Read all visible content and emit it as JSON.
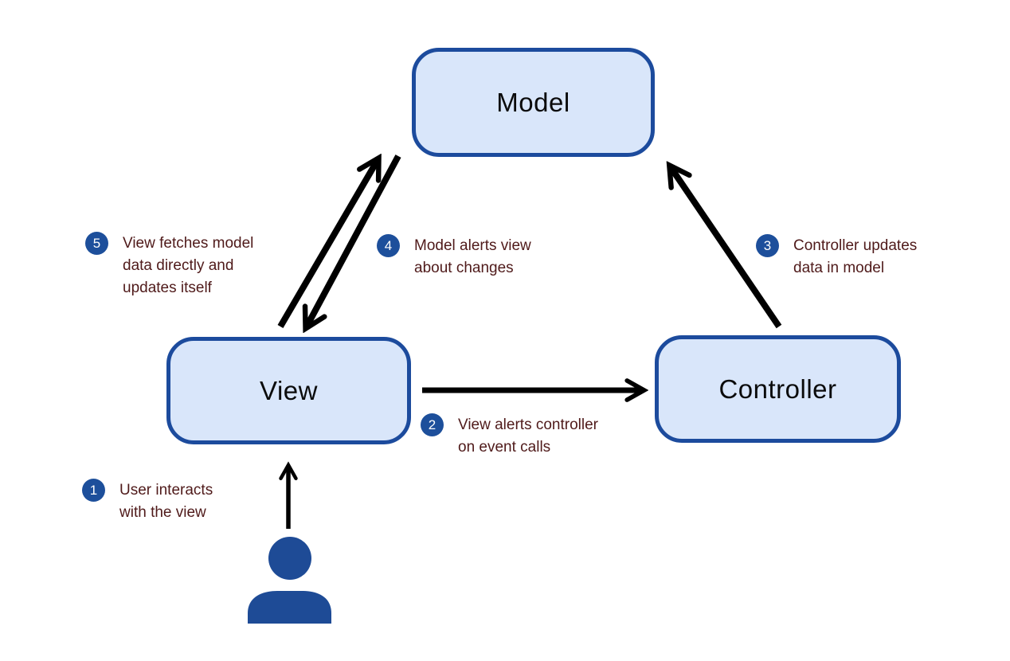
{
  "nodes": [
    {
      "id": "model",
      "label": "Model"
    },
    {
      "id": "view",
      "label": "View"
    },
    {
      "id": "controller",
      "label": "Controller"
    }
  ],
  "annotations": [
    {
      "number": "1",
      "lines": [
        "User interacts",
        "with the view"
      ]
    },
    {
      "number": "2",
      "lines": [
        "View alerts controller",
        "on event calls"
      ]
    },
    {
      "number": "3",
      "lines": [
        "Controller updates",
        "data in model"
      ]
    },
    {
      "number": "4",
      "lines": [
        "Model alerts view",
        "about changes"
      ]
    },
    {
      "number": "5",
      "lines": [
        "View fetches model",
        "data directly and",
        "updates itself"
      ]
    }
  ],
  "arrows": [
    {
      "name": "user-to-view",
      "from": "user",
      "to": "view"
    },
    {
      "name": "view-to-controller",
      "from": "view",
      "to": "controller"
    },
    {
      "name": "controller-to-model",
      "from": "controller",
      "to": "model"
    },
    {
      "name": "view-to-model",
      "from": "view",
      "to": "model"
    },
    {
      "name": "model-to-view",
      "from": "model",
      "to": "view"
    }
  ],
  "icons": {
    "user": "person-icon"
  },
  "colors": {
    "background": "#ffffff",
    "node_fill": "#d9e6fa",
    "node_border": "#1c4b9d",
    "badge": "#1d4f9b",
    "annotation_text": "#4f1a1a",
    "arrow": "#000000",
    "person": "#1e4b96"
  }
}
